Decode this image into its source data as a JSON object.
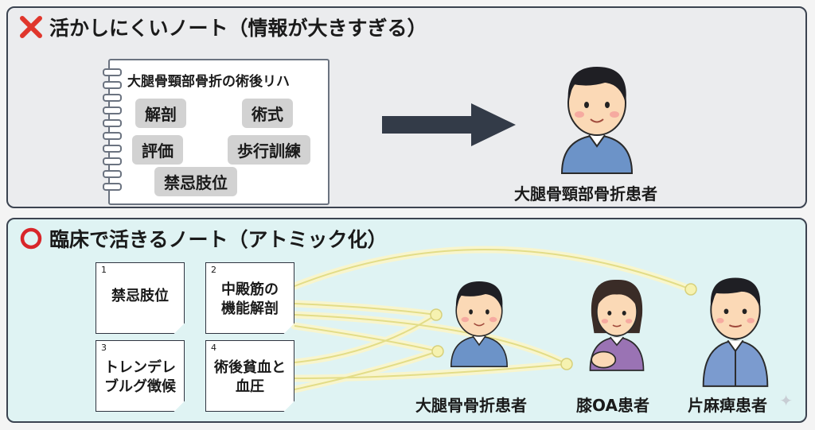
{
  "bad_panel": {
    "heading": "活かしにくいノート（情報が大きすぎる）",
    "notebook_title": "大腿骨頸部骨折の術後リハ",
    "tags": [
      "解剖",
      "術式",
      "評価",
      "歩行訓練",
      "禁忌肢位"
    ],
    "patient_label": "大腿骨頸部骨折患者"
  },
  "good_panel": {
    "heading": "臨床で活きるノート（アトミック化）",
    "cards": [
      {
        "num": "1",
        "text": "禁忌肢位"
      },
      {
        "num": "2",
        "text": "中殿筋の\n機能解剖"
      },
      {
        "num": "3",
        "text": "トレンデレ\nブルグ徴候"
      },
      {
        "num": "4",
        "text": "術後貧血と\n血圧"
      }
    ],
    "patients": [
      "大腿骨骨折患者",
      "膝OA患者",
      "片麻痺患者"
    ]
  },
  "colors": {
    "cross": "#e0362c",
    "circle": "#d8262a",
    "arrow": "#333b48",
    "link_glow": "#f7f4c0",
    "shirt": "#6c93c8"
  }
}
